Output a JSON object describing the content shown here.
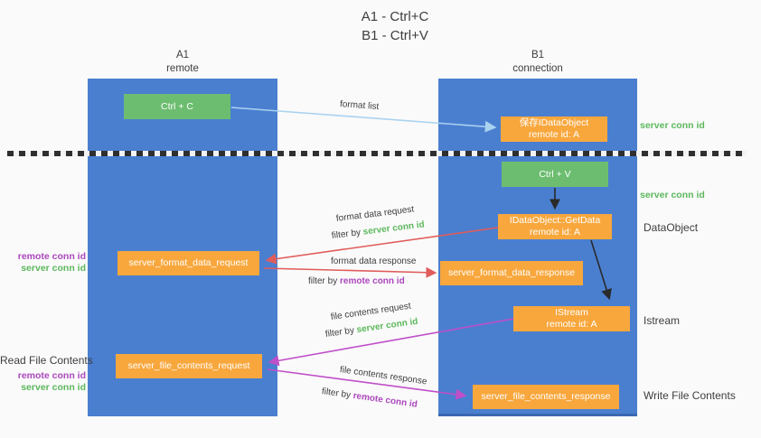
{
  "title": {
    "line1": "A1 - Ctrl+C",
    "line2": "B1 - Ctrl+V"
  },
  "lifelines": {
    "a1": {
      "id": "A1",
      "role": "remote"
    },
    "b1": {
      "id": "B1",
      "role": "connection"
    }
  },
  "nodes": {
    "ctrl_c": {
      "label": "Ctrl + C"
    },
    "ctrl_v": {
      "label": "Ctrl + V"
    },
    "save_idataobject": {
      "line1": "保存IDataObject",
      "line2": "remote id: A"
    },
    "idataobject_getdata": {
      "line1": "IDataObject::GetData",
      "line2": "remote id: A"
    },
    "istream": {
      "line1": "IStream",
      "line2": "remote id: A"
    },
    "server_format_data_request": {
      "label": "server_format_data_request"
    },
    "server_format_data_response": {
      "label": "server_format_data_response"
    },
    "server_file_contents_request": {
      "label": "server_file_contents_request"
    },
    "server_file_contents_response": {
      "label": "server_file_contents_response"
    }
  },
  "edges": {
    "format_list": {
      "label": "format list"
    },
    "format_data_request": {
      "label": "format data request",
      "filter_prefix": "filter by ",
      "filter_key": "server conn id"
    },
    "format_data_response": {
      "label": "format data response",
      "filter_prefix": "filter by ",
      "filter_key": "remote conn id"
    },
    "file_contents_request": {
      "label": "file contents request",
      "filter_prefix": "filter by ",
      "filter_key": "server conn id"
    },
    "file_contents_response": {
      "label": "file contents response",
      "filter_prefix": "filter by ",
      "filter_key": "remote conn id"
    }
  },
  "side_labels": {
    "server_conn_id_top": "server conn id",
    "server_conn_id_mid": "server conn id",
    "dataobject": "DataObject",
    "istream": "Istream",
    "write_file_contents": "Write File Contents",
    "read_file_contents": "Read File Contents",
    "left_top": {
      "remote": "remote conn id",
      "server": "server conn id"
    },
    "left_bottom": {
      "remote": "remote conn id",
      "server": "server conn id"
    }
  },
  "colors": {
    "lifeline_blue": "#4a7fd0",
    "action_green": "#6dbd70",
    "message_orange": "#f8a73d",
    "server_conn_green": "#5cb85c",
    "remote_conn_purple": "#ab47bc",
    "format_arrow_red": "#e05c5a",
    "file_arrow_magenta": "#bf4fc8",
    "format_list_blue": "#a9d2ef",
    "black_arrow": "#2a2a2a"
  }
}
